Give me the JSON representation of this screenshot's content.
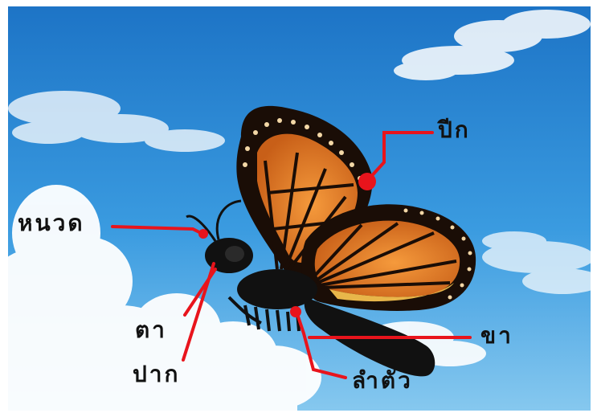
{
  "labels": {
    "antenna": "หนวด",
    "wing": "ปีก",
    "eye": "ตา",
    "mouth": "ปาก",
    "leg": "ขา",
    "body": "ลำตัว"
  },
  "colors": {
    "sky_top": "#1f78c8",
    "sky_bottom": "#7cc4ee",
    "cloud": "#ffffff",
    "wing_orange": "#e07a2c",
    "wing_dark": "#1a0d06",
    "wing_yellow": "#e8b64a",
    "pointer_line": "#e8141c",
    "body": "#111111"
  }
}
